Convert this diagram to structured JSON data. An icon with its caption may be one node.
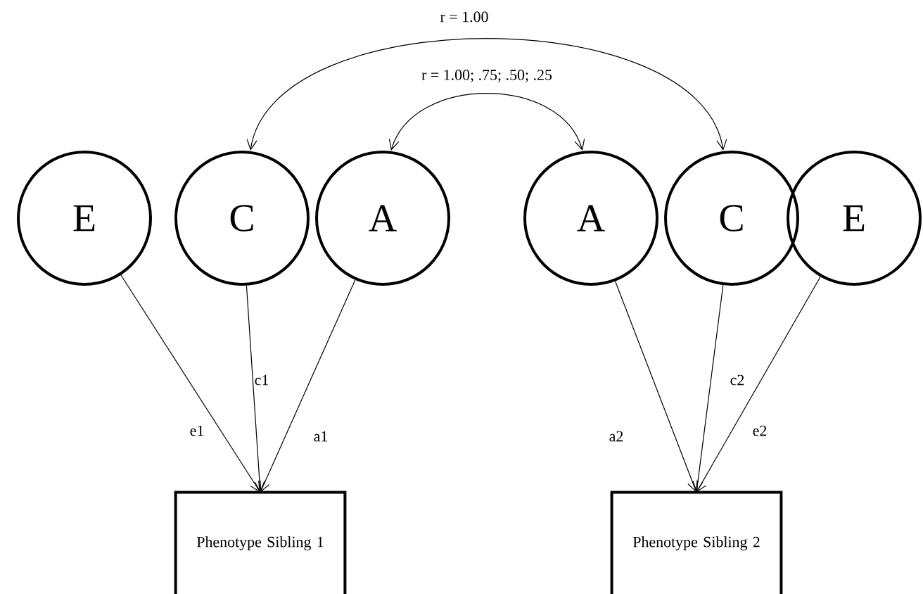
{
  "diagram": {
    "nodes": [
      {
        "text": [
          "E"
        ]
      },
      {
        "text": [
          "C"
        ]
      },
      {
        "text": [
          "A"
        ]
      },
      {
        "text": [
          "A"
        ]
      },
      {
        "text": [
          "C"
        ]
      },
      {
        "text": [
          "E"
        ]
      },
      {
        "text": [
          "Phenotype Sibling 1"
        ]
      },
      {
        "text": [
          "Phenotype Sibling 2"
        ]
      }
    ],
    "edges": [
      {
        "from": 1,
        "to": 4,
        "arrow": "both",
        "label": "r = 1.00"
      },
      {
        "from": 2,
        "to": 3,
        "arrow": "both",
        "label": "r = 1.00; .75; .50; .25"
      },
      {
        "from": 0,
        "to": 6,
        "arrow": "to",
        "label": "e1"
      },
      {
        "from": 1,
        "to": 6,
        "arrow": "to",
        "label": "c1"
      },
      {
        "from": 2,
        "to": 6,
        "arrow": "to",
        "label": "a1"
      },
      {
        "from": 3,
        "to": 7,
        "arrow": "to",
        "label": "a2"
      },
      {
        "from": 4,
        "to": 7,
        "arrow": "to",
        "label": "c2"
      },
      {
        "from": 5,
        "to": 7,
        "arrow": "to",
        "label": "e2"
      }
    ]
  }
}
